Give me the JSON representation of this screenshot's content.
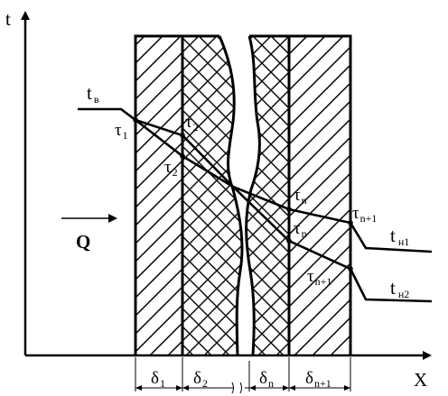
{
  "axes": {
    "y_label": "t",
    "x_label": "X"
  },
  "flow": {
    "label": "Q"
  },
  "labels": {
    "t_in": {
      "main": "t",
      "sub": "в"
    },
    "tau_1": {
      "main": "τ",
      "sub": "1"
    },
    "tau_2a": {
      "main": "τ",
      "sub": "2"
    },
    "tau_2b": {
      "main": "τ",
      "sub": "2"
    },
    "tau_na": {
      "main": "τ",
      "sub": "n"
    },
    "tau_nb": {
      "main": "τ",
      "sub": "n"
    },
    "tau_n1a": {
      "main": "τ",
      "sub": "n+1"
    },
    "tau_n1b": {
      "main": "τ",
      "sub": "n+1"
    },
    "t_out1": {
      "main": "t",
      "sub": "н1"
    },
    "t_out2": {
      "main": "t",
      "sub": "н2"
    }
  },
  "layers": [
    {
      "main": "δ",
      "sub": "1"
    },
    {
      "main": "δ",
      "sub": "2"
    },
    {
      "main": "δ",
      "sub": "n"
    },
    {
      "main": "δ",
      "sub": "n+1"
    }
  ]
}
